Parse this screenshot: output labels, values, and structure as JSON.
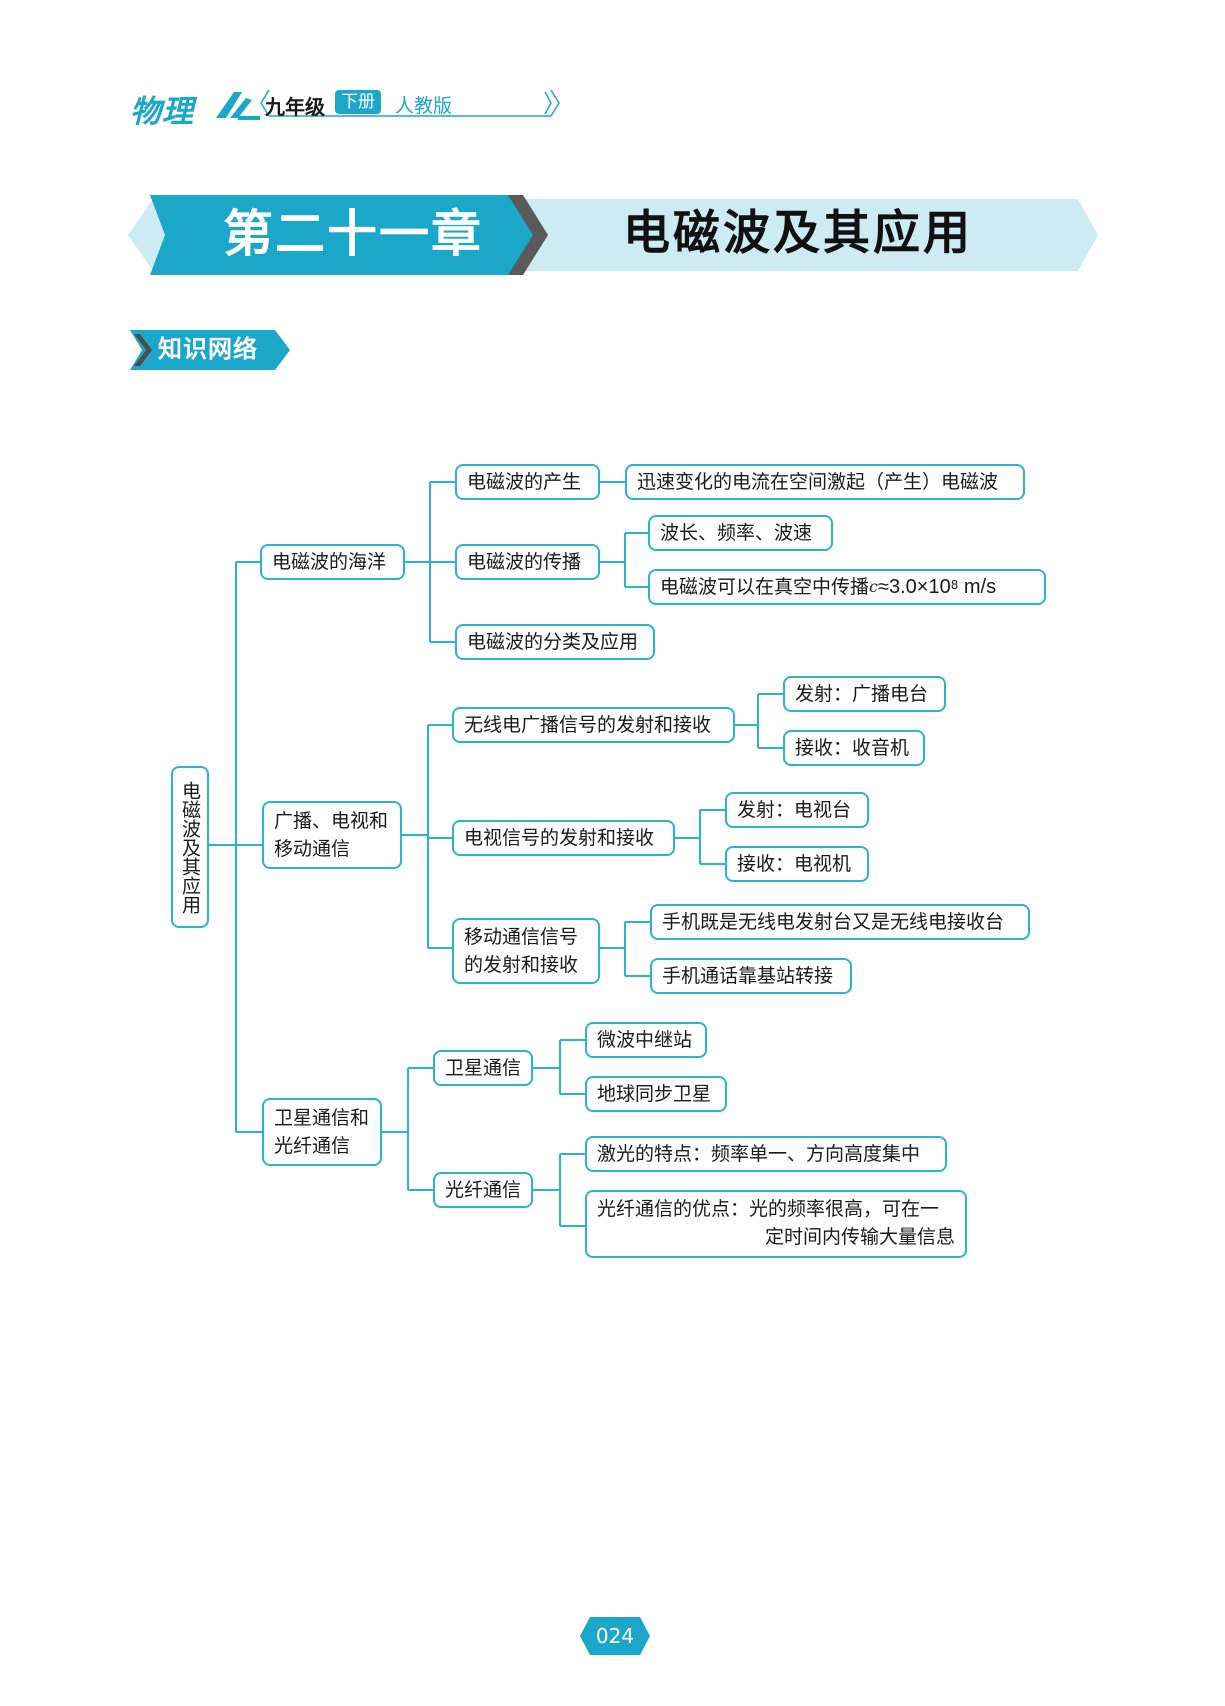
{
  "header": {
    "brand": "物理",
    "grade": "九年级",
    "volume": "下册",
    "edition": "人教版"
  },
  "chapter": {
    "number": "第二十一章",
    "title": "电磁波及其应用"
  },
  "section": {
    "label": "知识网络"
  },
  "mindmap": {
    "root": "电磁波及其应用",
    "branch1": {
      "label": "电磁波的海洋",
      "sub1": {
        "label": "电磁波的产生",
        "leaf": "迅速变化的电流在空间激起（产生）电磁波"
      },
      "sub2": {
        "label": "电磁波的传播",
        "leaf1": "波长、频率、波速",
        "leaf2_prefix": "电磁波可以在真空中传播 ",
        "leaf2_var": "c",
        "leaf2_approx": "≈3.0×10",
        "leaf2_exp": "8",
        "leaf2_unit": " m/s"
      },
      "sub3": {
        "label": "电磁波的分类及应用"
      }
    },
    "branch2": {
      "label_line1": "广播、电视和",
      "label_line2": "移动通信",
      "sub1": {
        "label": "无线电广播信号的发射和接收",
        "leaf1": "发射：广播电台",
        "leaf2": "接收：收音机"
      },
      "sub2": {
        "label": "电视信号的发射和接收",
        "leaf1": "发射：电视台",
        "leaf2": "接收：电视机"
      },
      "sub3": {
        "label_line1": "移动通信信号",
        "label_line2": "的发射和接收",
        "leaf1": "手机既是无线电发射台又是无线电接收台",
        "leaf2": "手机通话靠基站转接"
      }
    },
    "branch3": {
      "label_line1": "卫星通信和",
      "label_line2": "光纤通信",
      "sub1": {
        "label": "卫星通信",
        "leaf1": "微波中继站",
        "leaf2": "地球同步卫星"
      },
      "sub2": {
        "label": "光纤通信",
        "leaf1": "激光的特点：频率单一、方向高度集中",
        "leaf2_line1": "光纤通信的优点：光的频率很高，可在一",
        "leaf2_line2": "定时间内传输大量信息"
      }
    }
  },
  "page_number": "024",
  "colors": {
    "accent": "#1aa7c9",
    "light": "#cdebf3",
    "line": "#2bb3d4",
    "dark": "#4d4d4d"
  }
}
